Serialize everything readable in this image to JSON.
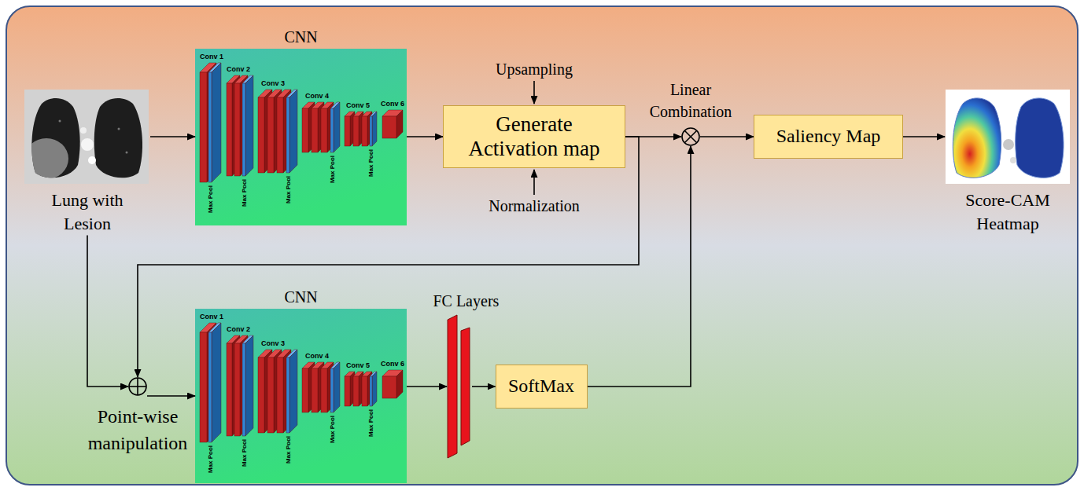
{
  "diagram": {
    "nodes": [
      {
        "text": [
          "Lung with Lesion"
        ]
      },
      {
        "text": [
          "CNN",
          "Conv 1",
          "Conv 2",
          "Conv 3",
          "Conv 4",
          "Conv 5",
          "Conv 6",
          "Max Pool",
          "Max Pool",
          "Max Pool",
          "Max Pool",
          "Max Pool"
        ]
      },
      {
        "text": [
          "Generate Activation map"
        ]
      },
      {
        "text": [
          "Linear Combination"
        ]
      },
      {
        "text": [
          "Saliency Map"
        ]
      },
      {
        "text": [
          "Score-CAM Heatmap"
        ]
      },
      {
        "text": [
          "Point-wise manipulation"
        ]
      },
      {
        "text": [
          "CNN",
          "Conv 1",
          "Conv 2",
          "Conv 3",
          "Conv 4",
          "Conv 5",
          "Conv 6",
          "Max Pool",
          "Max Pool",
          "Max Pool",
          "Max Pool",
          "Max Pool"
        ]
      },
      {
        "text": [
          "FC Layers"
        ]
      },
      {
        "text": [
          "SoftMax"
        ]
      }
    ],
    "edges": [
      {
        "from": 0,
        "to": 1,
        "arrow": "to"
      },
      {
        "from": 1,
        "to": 2,
        "arrow": "to"
      },
      {
        "from": 2,
        "to": 3,
        "arrow": "to"
      },
      {
        "from": 3,
        "to": 4,
        "arrow": "to"
      },
      {
        "from": 4,
        "to": 5,
        "arrow": "to"
      },
      {
        "from": 0,
        "to": 6,
        "arrow": "to"
      },
      {
        "from": 2,
        "to": 6,
        "arrow": "to"
      },
      {
        "from": 6,
        "to": 7,
        "arrow": "to"
      },
      {
        "from": 7,
        "to": 8,
        "arrow": "to"
      },
      {
        "from": 8,
        "to": 9,
        "arrow": "to"
      },
      {
        "from": 9,
        "to": 3,
        "arrow": "to"
      }
    ],
    "labels": [
      "Upsampling",
      "Normalization"
    ]
  }
}
